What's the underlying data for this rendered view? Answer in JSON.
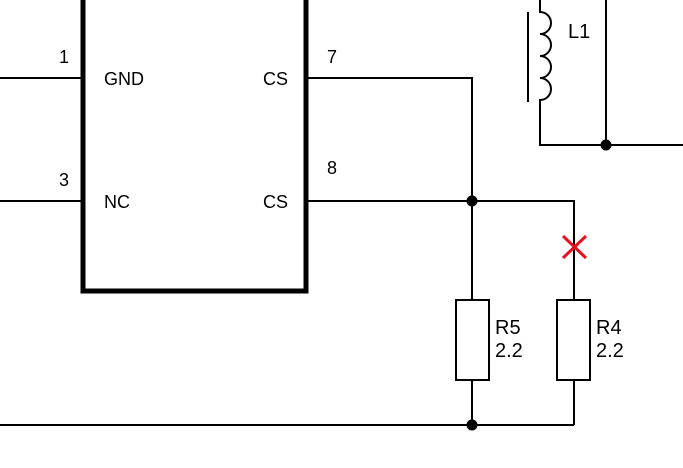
{
  "colors": {
    "background": "#ffffff",
    "ink": "#000000",
    "fault_marker": "#e8101c"
  },
  "chip": {
    "pins": [
      {
        "number": "1",
        "name": "GND"
      },
      {
        "number": "3",
        "name": "NC"
      },
      {
        "number": "7",
        "name": "CS"
      },
      {
        "number": "8",
        "name": "CS"
      }
    ]
  },
  "components": {
    "inductor": {
      "designator": "L1"
    },
    "r5": {
      "designator": "R5",
      "value": "2.2"
    },
    "r4": {
      "designator": "R4",
      "value": "2.2"
    }
  },
  "markers": {
    "open_circuit": {
      "icon": "x-mark-icon"
    }
  }
}
